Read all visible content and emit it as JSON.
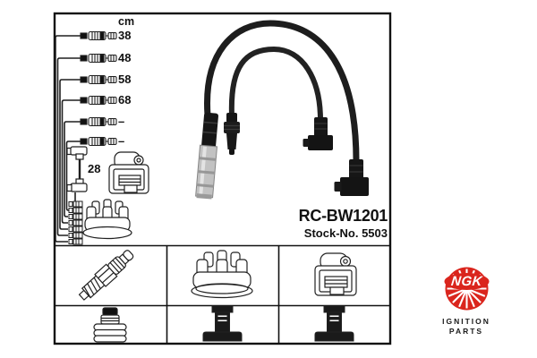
{
  "product": {
    "part_number": "RC-BW1201",
    "stock_label": "Stock-No. 5503"
  },
  "left_diagram": {
    "unit_label": "cm",
    "lengths": [
      "38",
      "48",
      "58",
      "68",
      "–",
      "–"
    ],
    "coil_wire_length": "28"
  },
  "brand": {
    "name": "NGK",
    "tagline_line1": "IGNITION",
    "tagline_line2": "PARTS",
    "red": "#da251d"
  },
  "icons": {
    "left_diagram": [
      "cable-with-connector-icon",
      "coil-wire-icon",
      "ignition-coil-icon",
      "distributor-cap-icon",
      "terminal-stack-icon"
    ],
    "grid_row1": [
      "spark-plug-icon",
      "distributor-cap-icon",
      "ignition-coil-icon"
    ],
    "grid_row2": [
      "straight-plug-connector-icon",
      "angled-plug-connector-icon",
      "angled-plug-connector-icon"
    ]
  }
}
